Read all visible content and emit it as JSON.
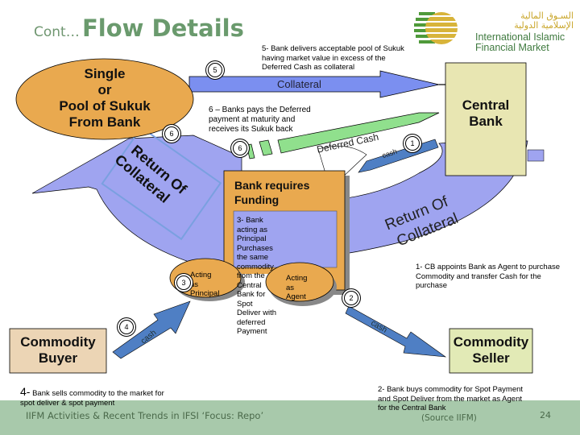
{
  "header": {
    "prefix": "Cont…",
    "title": "Flow Details"
  },
  "logo": {
    "arabic_line1": "السـوق المالية",
    "arabic_line2": "الإسلامية الدولية",
    "english_line1": "International Islamic",
    "english_line2": "Financial Market",
    "colors": {
      "green": "#4f9a3a",
      "gold": "#d8b43a"
    }
  },
  "nodes": {
    "sukuk": [
      "Single",
      "or",
      "Pool of Sukuk",
      "From Bank"
    ],
    "central_bank": [
      "Central",
      "Bank"
    ],
    "bank_requires": [
      "Bank requires",
      "Funding"
    ],
    "commodity_buyer": [
      "Commodity",
      "Buyer"
    ],
    "commodity_seller": [
      "Commodity",
      "Seller"
    ],
    "acting_principal": [
      "Acting",
      "as",
      "Principal"
    ],
    "acting_agent": [
      "Acting",
      "as",
      "Agent"
    ]
  },
  "arrows": {
    "collateral": "Collateral",
    "deferred_cash": "Deferred Cash",
    "cash_cb": "cash",
    "cash_seller": "cash",
    "cash_buyer": "cash",
    "return_left": [
      "Return Of",
      "Collateral"
    ],
    "return_right": [
      "Return Of",
      "Collateral"
    ]
  },
  "steps": {
    "s1": "1",
    "s2": "2",
    "s3": "3",
    "s4": "4",
    "s5": "5",
    "s6a": "6",
    "s6b": "6"
  },
  "annotations": {
    "step5": [
      "5- Bank delivers acceptable pool of Sukuk",
      "having market value in excess of the",
      "Deferred Cash as collateral"
    ],
    "step6": [
      "6 – Banks pays the Deferred",
      "payment at maturity and",
      "receives its Sukuk back"
    ],
    "step3": [
      "3- Bank",
      "acting as",
      "Principal",
      "Purchases",
      "the same",
      "commodity",
      "from the",
      "Central",
      "Bank for",
      "Spot",
      "Deliver with",
      "deferred",
      "Payment"
    ],
    "step1": [
      "1- CB appoints Bank as Agent to purchase",
      "Commodity and transfer Cash for the",
      "purchase"
    ],
    "step4_num": "4-",
    "step4": [
      "Bank sells commodity to the market for",
      "spot deliver & spot payment"
    ],
    "step2": [
      "2- Bank buys commodity for Spot Payment",
      "and Spot Deliver from the market as Agent",
      "for the Central Bank"
    ]
  },
  "footer": {
    "text": "IIFM Activities & Recent Trends in IFSI ‘Focus: Repo’",
    "source": "(Source IIFM)",
    "page": "24"
  },
  "colors": {
    "orange": "#e9a94f",
    "lavender": "#9fa4f0",
    "blue_arrow": "#4f7fc4",
    "green_arrow": "#90e08d",
    "central_bank": "#e8e6b2",
    "seller": "#e2eab6",
    "buyer": "#ecd5b5",
    "footer": "#a8c9ab"
  }
}
